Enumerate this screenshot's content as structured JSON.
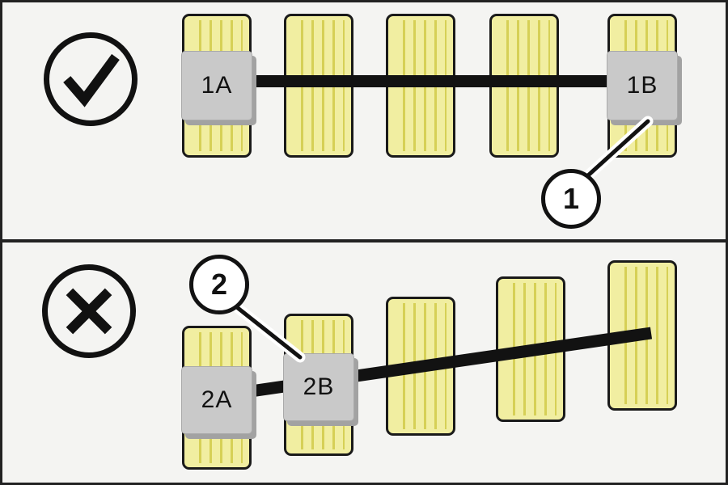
{
  "diagram": {
    "panels": {
      "correct": {
        "status_icon": "check-icon",
        "buckle_start_label": "1A",
        "buckle_end_label": "1B",
        "callout_number": "1"
      },
      "incorrect": {
        "status_icon": "cross-icon",
        "buckle_start_label": "2A",
        "buckle_end_label": "2B",
        "callout_number": "2"
      }
    },
    "colors": {
      "bale_fill": "#f1eea1",
      "bale_stripe": "#d6d056",
      "bale_border": "#1a1a1a",
      "buckle_fill": "#c9c9c9",
      "buckle_shadow": "#a2a2a2",
      "strap": "#121212",
      "callout_border": "#121212",
      "panel_bg": "#f4f4f2"
    }
  }
}
